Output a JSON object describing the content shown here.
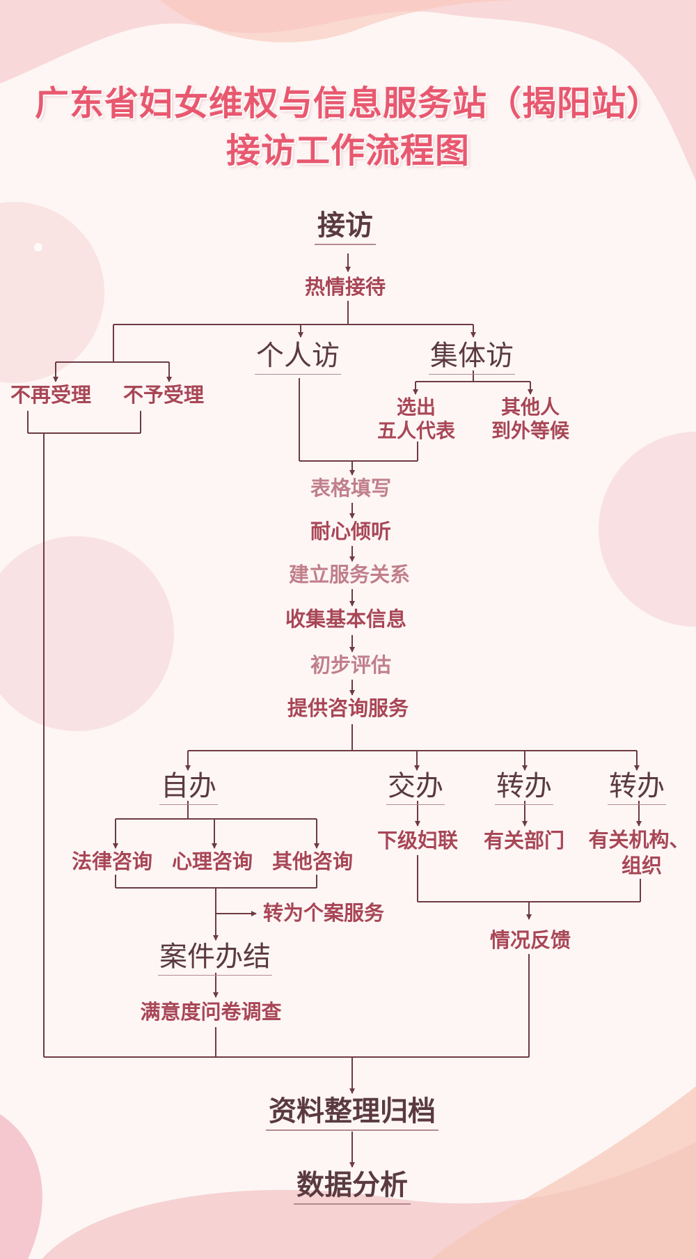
{
  "title": {
    "line1": "广东省妇女维权与信息服务站（揭阳站）",
    "line2": "接访工作流程图"
  },
  "nodes": {
    "reception": "接访",
    "warm_reception": "热情接待",
    "no_re_accept": "不再受理",
    "not_accept": "不予受理",
    "individual_visit": "个人访",
    "group_visit": "集体访",
    "select_five_l1": "选出",
    "select_five_l2": "五人代表",
    "others_wait_l1": "其他人",
    "others_wait_l2": "到外等候",
    "fill_form": "表格填写",
    "listen": "耐心倾听",
    "build_relation": "建立服务关系",
    "collect_info": "收集基本信息",
    "initial_assess": "初步评估",
    "provide_consult": "提供咨询服务",
    "self_handle": "自办",
    "hand_over": "交办",
    "transfer_1": "转办",
    "transfer_2": "转办",
    "legal_consult": "法律咨询",
    "psych_consult": "心理咨询",
    "other_consult": "其他咨询",
    "lower_federation": "下级妇联",
    "relevant_dept": "有关部门",
    "relevant_org_l1": "有关机构、",
    "relevant_org_l2": "组织",
    "to_case_service": "转为个案服务",
    "feedback": "情况反馈",
    "case_closed": "案件办结",
    "survey": "满意度问卷调查",
    "archive": "资料整理归档",
    "data_analysis": "数据分析"
  },
  "colors": {
    "title": "#e8586f",
    "dark_text": "#5a3a40",
    "step_text": "#a84656",
    "light_step_text": "#c07f8a",
    "line": "#6e3a42"
  }
}
